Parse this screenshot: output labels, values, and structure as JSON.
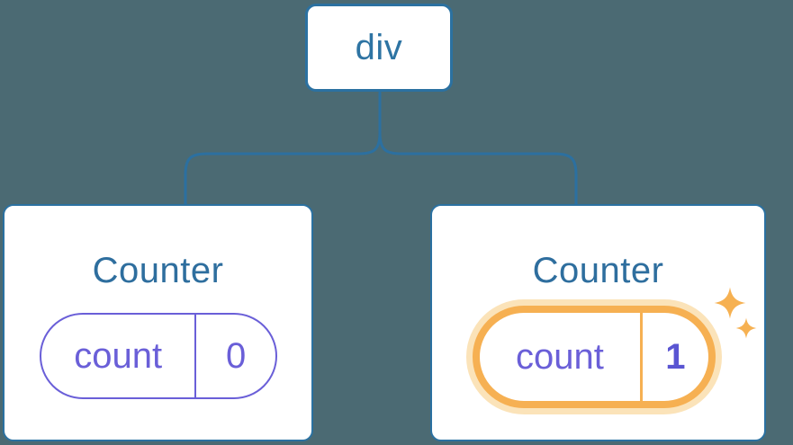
{
  "diagram": {
    "root": {
      "label": "div"
    },
    "children": [
      {
        "title": "Counter",
        "state_key": "count",
        "state_value": "0",
        "highlighted": false
      },
      {
        "title": "Counter",
        "state_key": "count",
        "state_value": "1",
        "highlighted": true
      }
    ]
  },
  "icons": {
    "sparkles": "sparkles-icon"
  },
  "colors": {
    "background": "#4B6A73",
    "node_border_blue": "#2B71A1",
    "text_blue": "#2E6E9E",
    "state_purple": "#6A5FD8",
    "highlight_orange": "#F6B052",
    "highlight_halo": "#FBE3B9",
    "card_background": "#FFFFFF"
  }
}
